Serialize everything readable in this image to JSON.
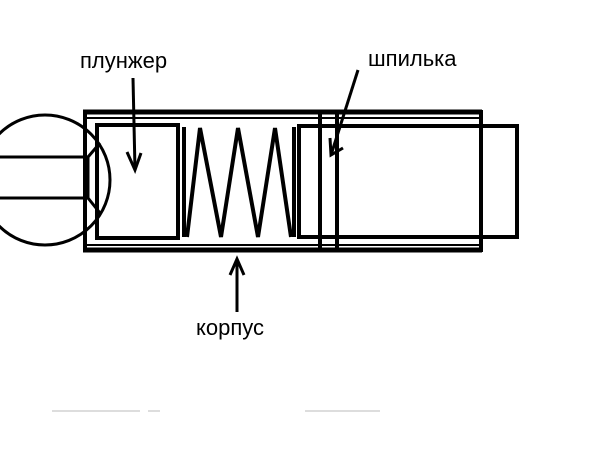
{
  "labels": {
    "plunger": "плунжер",
    "pin": "шпилька",
    "housing": "корпус"
  },
  "colors": {
    "stroke": "#000000",
    "background": "#ffffff"
  }
}
